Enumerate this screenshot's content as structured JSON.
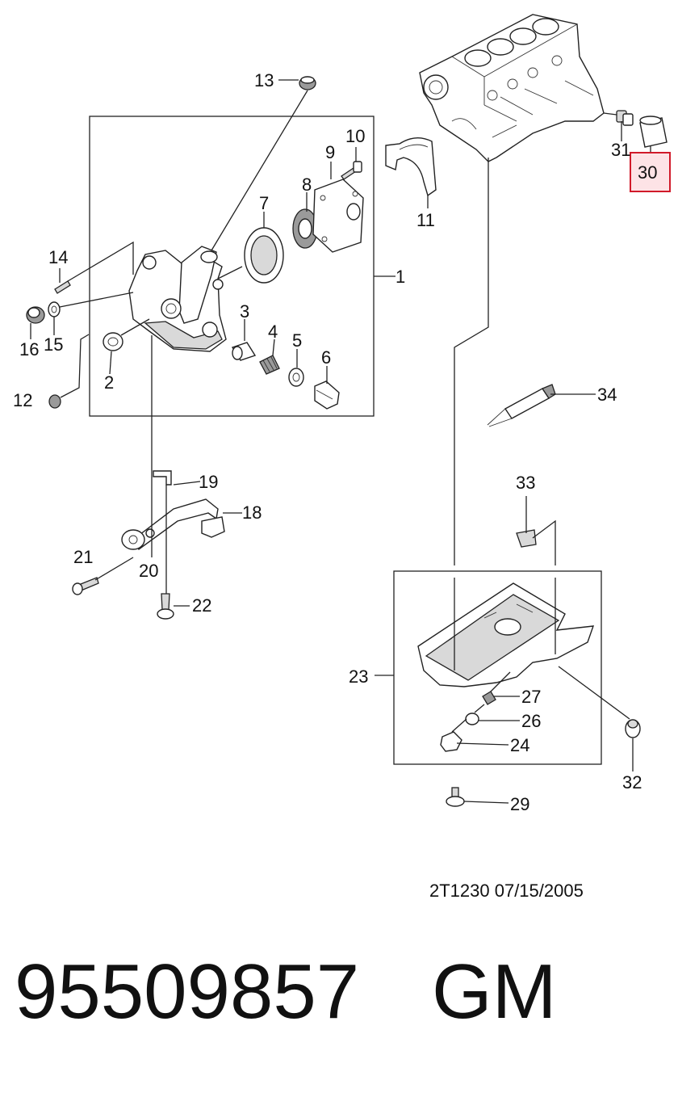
{
  "callouts": {
    "c1": "1",
    "c2": "2",
    "c3": "3",
    "c4": "4",
    "c5": "5",
    "c6": "6",
    "c7": "7",
    "c8": "8",
    "c9": "9",
    "c10": "10",
    "c11": "11",
    "c12": "12",
    "c13": "13",
    "c14": "14",
    "c15": "15",
    "c16": "16",
    "c18": "18",
    "c19": "19",
    "c20": "20",
    "c21": "21",
    "c22": "22",
    "c23": "23",
    "c24": "24",
    "c26": "26",
    "c27": "27",
    "c29": "29",
    "c30": "30",
    "c31": "31",
    "c32": "32",
    "c33": "33",
    "c34": "34"
  },
  "highlight": {
    "callout": "30",
    "color": "#d11a2a",
    "fill": "#fde3e6"
  },
  "footer": {
    "drawing_id": "2T1230  07/15/2005",
    "part_number": "95509857",
    "brand": "GM"
  }
}
